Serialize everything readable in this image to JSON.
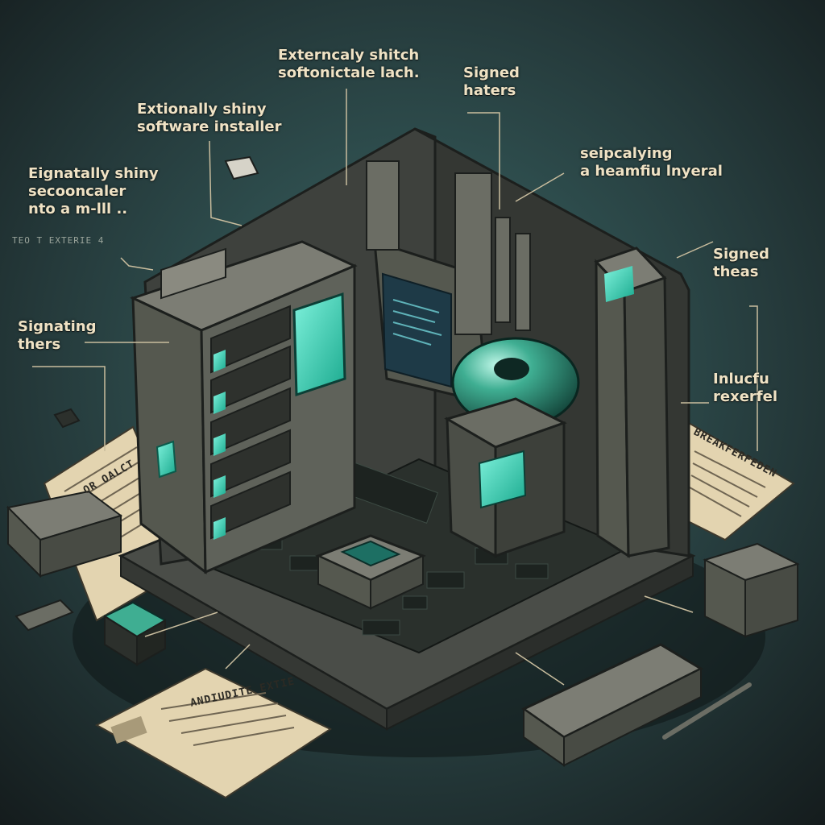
{
  "callouts": [
    {
      "id": "top-center",
      "lines": [
        "Externcaly shitch",
        "softonictale lach."
      ]
    },
    {
      "id": "top-right-small",
      "lines": [
        "Signed",
        "haters"
      ]
    },
    {
      "id": "upper-left",
      "lines": [
        "Extionally shiny",
        "software installer"
      ]
    },
    {
      "id": "left",
      "lines": [
        "Eignatally shiny",
        "secooncaler",
        "nto a m-lll .."
      ]
    },
    {
      "id": "right-upper",
      "lines": [
        "seipcalying",
        "a heamfiu lnyeral"
      ]
    },
    {
      "id": "right-middle",
      "lines": [
        "Signed",
        "theas"
      ]
    },
    {
      "id": "left-lower",
      "lines": [
        "Signating",
        "thers"
      ]
    },
    {
      "id": "right-lower",
      "lines": [
        "Inlucfu",
        "rexerfel"
      ]
    }
  ],
  "ticker": "TEO T EXTERIE 4",
  "document_headings": {
    "left": "OR OALCT",
    "right": "BREAKFERFEDEN",
    "bottom": "ANDIUDITE EXTIE"
  },
  "colors": {
    "background": "#1f2b2c",
    "accent_glow": "#3fe0c0",
    "chassis": "#6c6e66",
    "paper": "#e3d4b0",
    "label_text": "#efe2c4"
  }
}
